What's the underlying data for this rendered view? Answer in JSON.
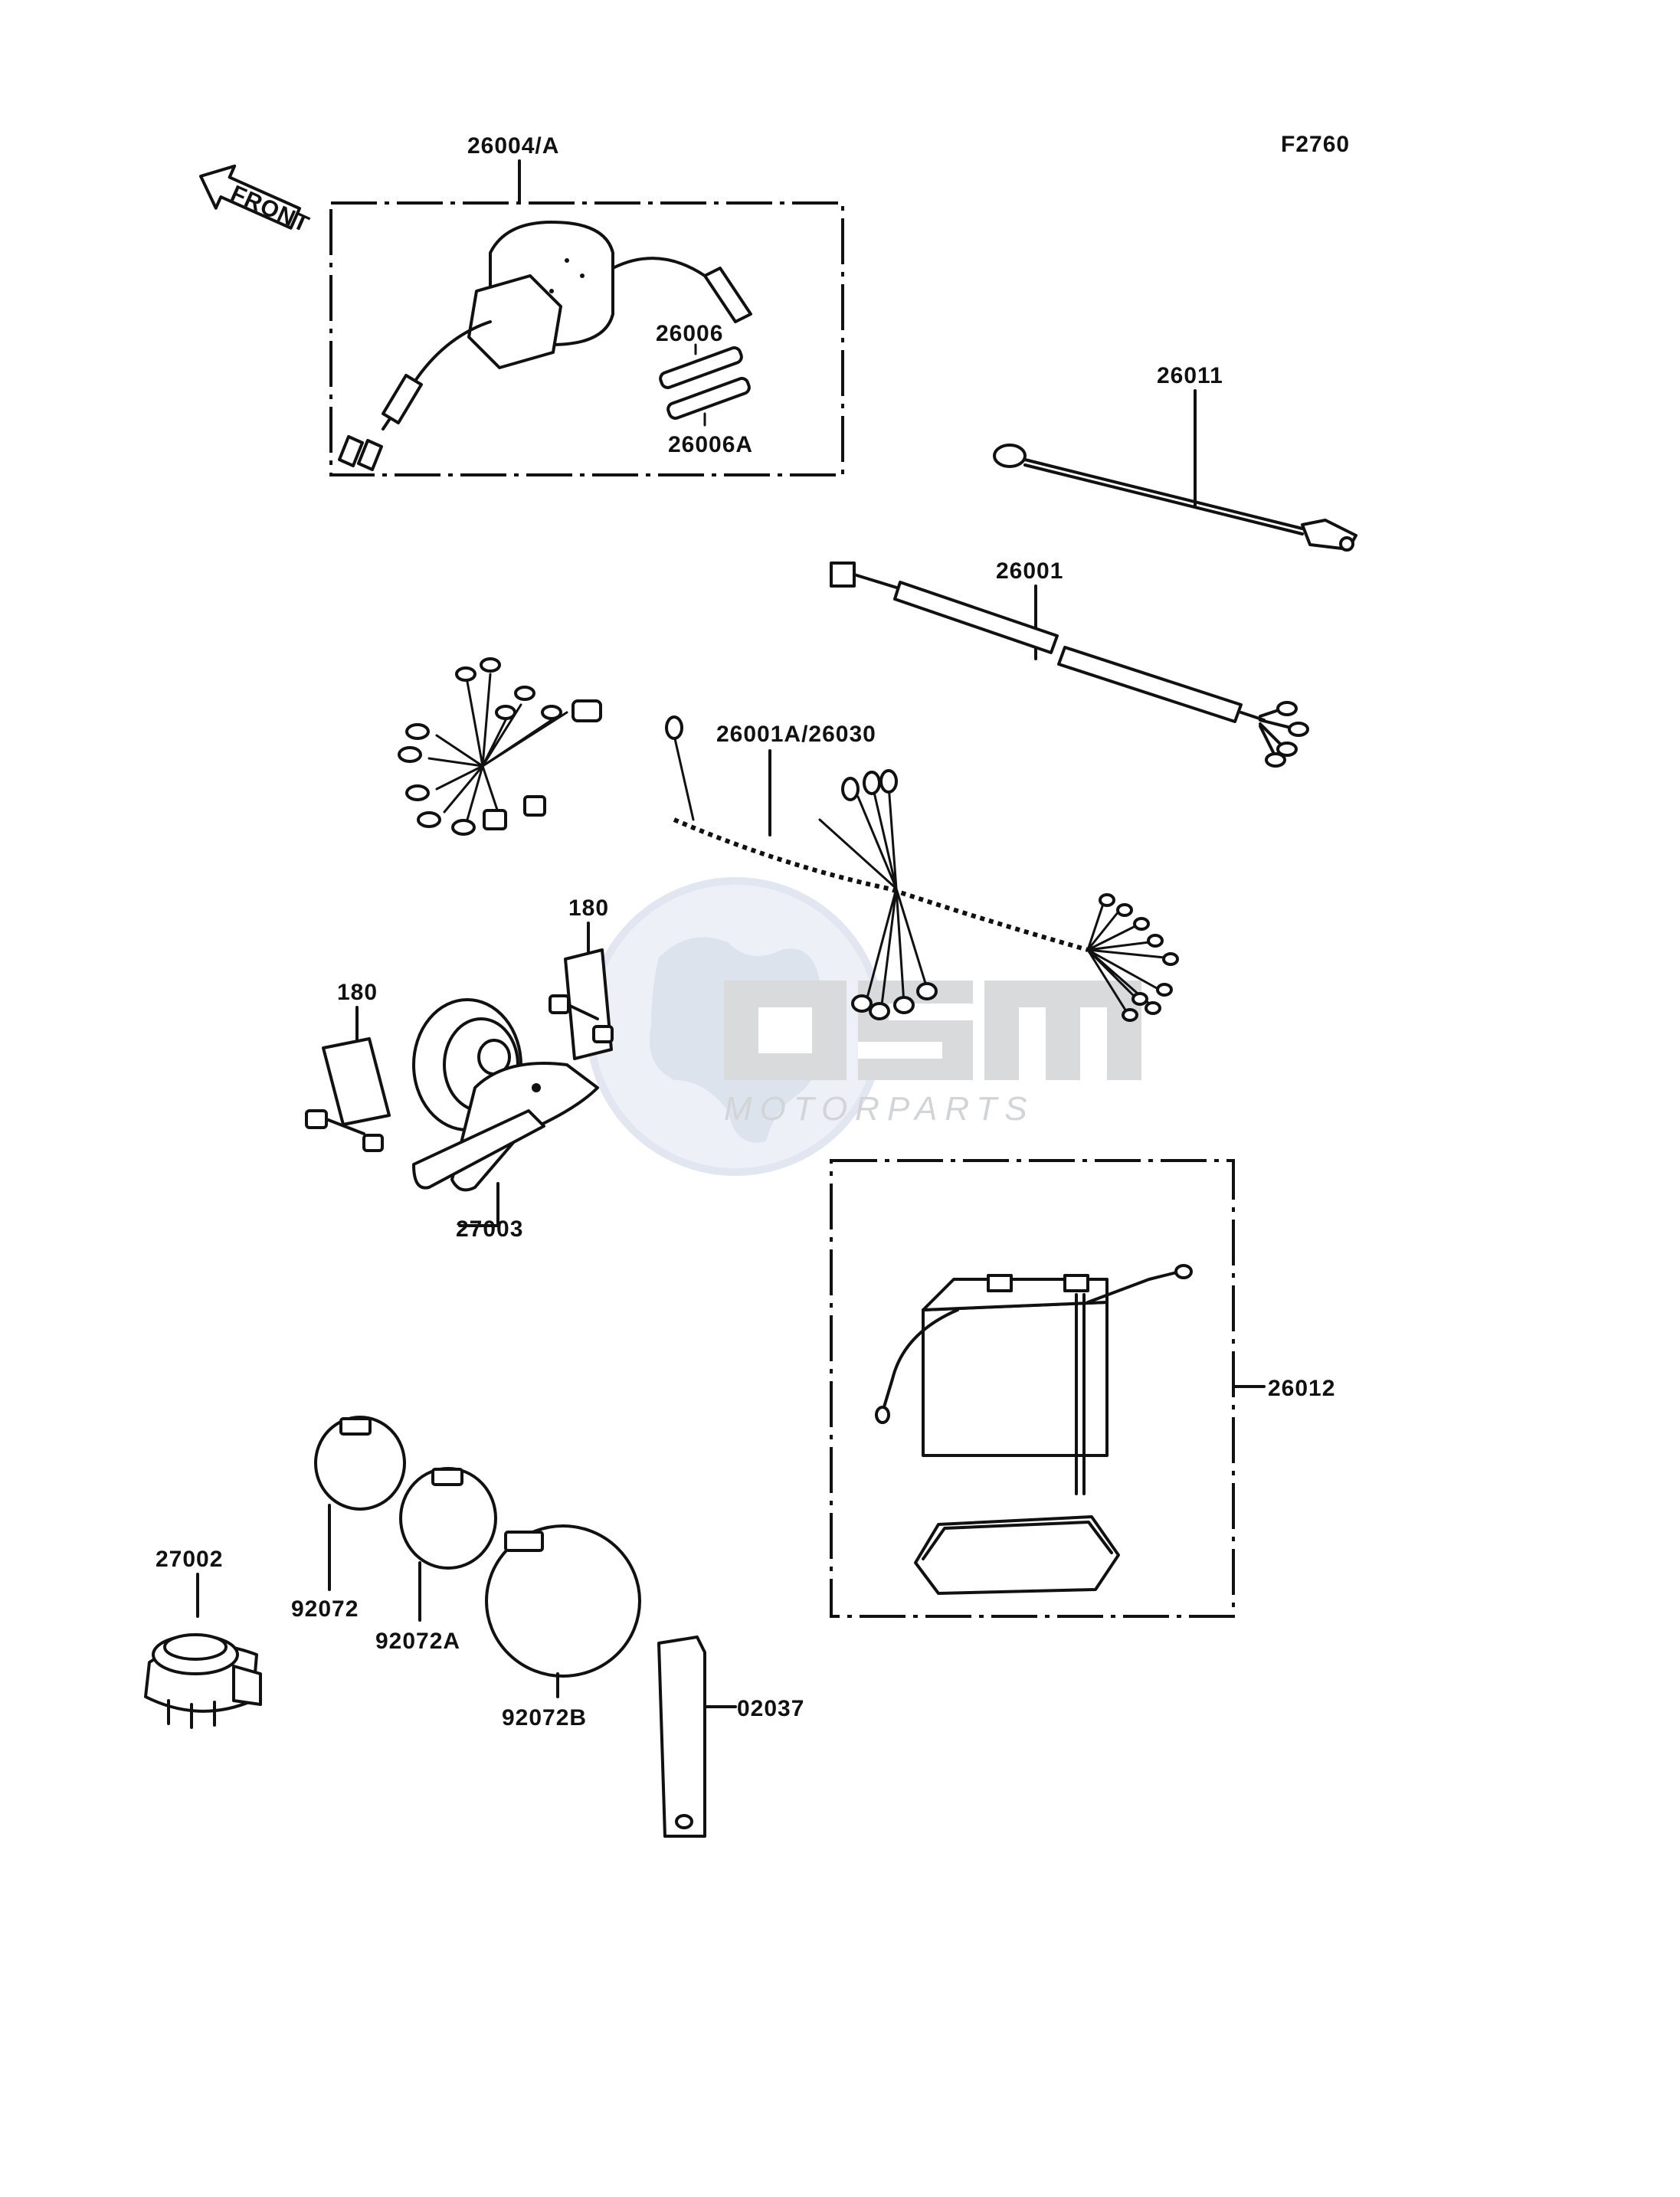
{
  "figure_code": "F2760",
  "front_label": "FRONT",
  "watermark": {
    "brand": "OSM",
    "sub": "MOTORPARTS"
  },
  "parts": [
    {
      "id": "p26004",
      "label": "26004/A"
    },
    {
      "id": "p26006",
      "label": "26006"
    },
    {
      "id": "p26006a",
      "label": "26006A"
    },
    {
      "id": "p26011",
      "label": "26011"
    },
    {
      "id": "p26001",
      "label": "26001"
    },
    {
      "id": "p26001a",
      "label": "26001A/26030"
    },
    {
      "id": "p180a",
      "label": "180"
    },
    {
      "id": "p180b",
      "label": "180"
    },
    {
      "id": "p27003",
      "label": "27003"
    },
    {
      "id": "p26012",
      "label": "26012"
    },
    {
      "id": "p27002",
      "label": "27002"
    },
    {
      "id": "p92072",
      "label": "92072"
    },
    {
      "id": "p92072a",
      "label": "92072A"
    },
    {
      "id": "p92072b",
      "label": "92072B"
    },
    {
      "id": "p02037",
      "label": "02037"
    }
  ]
}
